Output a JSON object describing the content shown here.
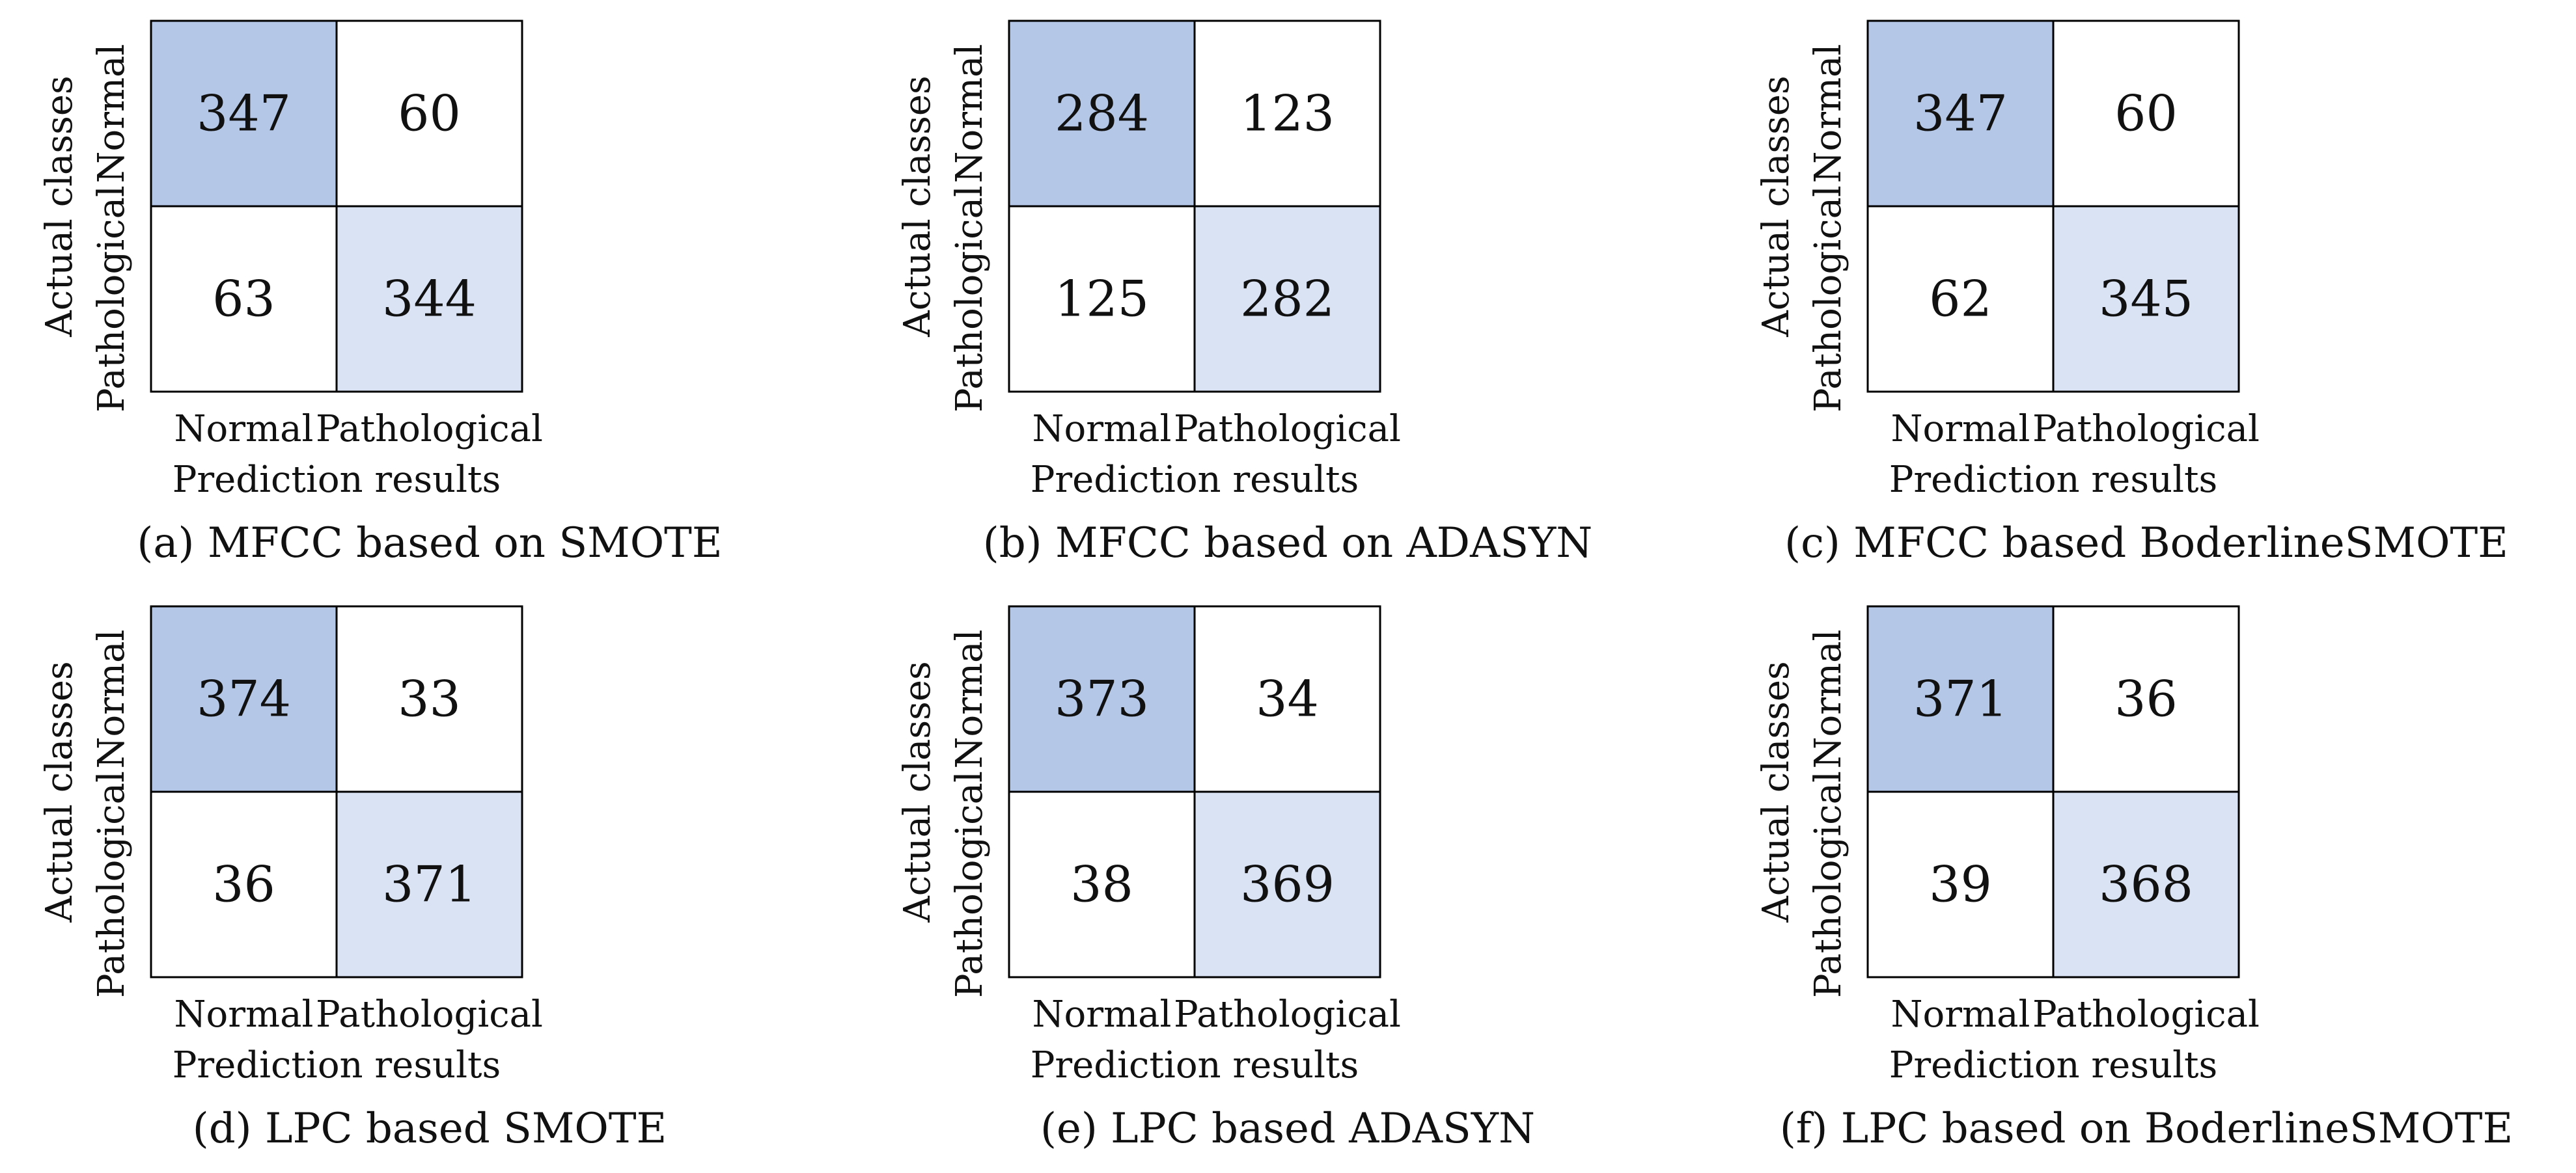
{
  "figure": {
    "panels": [
      {
        "caption": "(a) MFCC based on SMOTE"
      },
      {
        "caption": "(b) MFCC based on ADASYN"
      },
      {
        "caption": "(c) MFCC based BoderlineSMOTE"
      },
      {
        "caption": "(d) LPC based SMOTE"
      },
      {
        "caption": "(e) LPC based ADASYN"
      },
      {
        "caption": "(f) LPC based on BoderlineSMOTE"
      }
    ]
  },
  "colors": {
    "true_normal": "#b4c7e7",
    "true_pathological": "#dae3f3",
    "off_diagonal": "#ffffff",
    "border": "#000000"
  },
  "chart_data": [
    {
      "type": "heatmap",
      "title": "(a) MFCC based on SMOTE",
      "xlabel": "Prediction results",
      "ylabel": "Actual classes",
      "x_categories": [
        "Normal",
        "Pathological"
      ],
      "y_categories": [
        "Normal",
        "Pathological"
      ],
      "matrix": [
        [
          347,
          60
        ],
        [
          63,
          344
        ]
      ]
    },
    {
      "type": "heatmap",
      "title": "(b) MFCC based on ADASYN",
      "xlabel": "Prediction results",
      "ylabel": "Actual classes",
      "x_categories": [
        "Normal",
        "Pathological"
      ],
      "y_categories": [
        "Normal",
        "Pathological"
      ],
      "matrix": [
        [
          284,
          123
        ],
        [
          125,
          282
        ]
      ]
    },
    {
      "type": "heatmap",
      "title": "(c) MFCC based BoderlineSMOTE",
      "xlabel": "Prediction results",
      "ylabel": "Actual classes",
      "x_categories": [
        "Normal",
        "Pathological"
      ],
      "y_categories": [
        "Normal",
        "Pathological"
      ],
      "matrix": [
        [
          347,
          60
        ],
        [
          62,
          345
        ]
      ]
    },
    {
      "type": "heatmap",
      "title": "(d) LPC based SMOTE",
      "xlabel": "Prediction results",
      "ylabel": "Actual classes",
      "x_categories": [
        "Normal",
        "Pathological"
      ],
      "y_categories": [
        "Normal",
        "Pathological"
      ],
      "matrix": [
        [
          374,
          33
        ],
        [
          36,
          371
        ]
      ]
    },
    {
      "type": "heatmap",
      "title": "(e) LPC based ADASYN",
      "xlabel": "Prediction results",
      "ylabel": "Actual classes",
      "x_categories": [
        "Normal",
        "Pathological"
      ],
      "y_categories": [
        "Normal",
        "Pathological"
      ],
      "matrix": [
        [
          373,
          34
        ],
        [
          38,
          369
        ]
      ]
    },
    {
      "type": "heatmap",
      "title": "(f) LPC based on BoderlineSMOTE",
      "xlabel": "Prediction results",
      "ylabel": "Actual classes",
      "x_categories": [
        "Normal",
        "Pathological"
      ],
      "y_categories": [
        "Normal",
        "Pathological"
      ],
      "matrix": [
        [
          371,
          36
        ],
        [
          39,
          368
        ]
      ]
    }
  ]
}
